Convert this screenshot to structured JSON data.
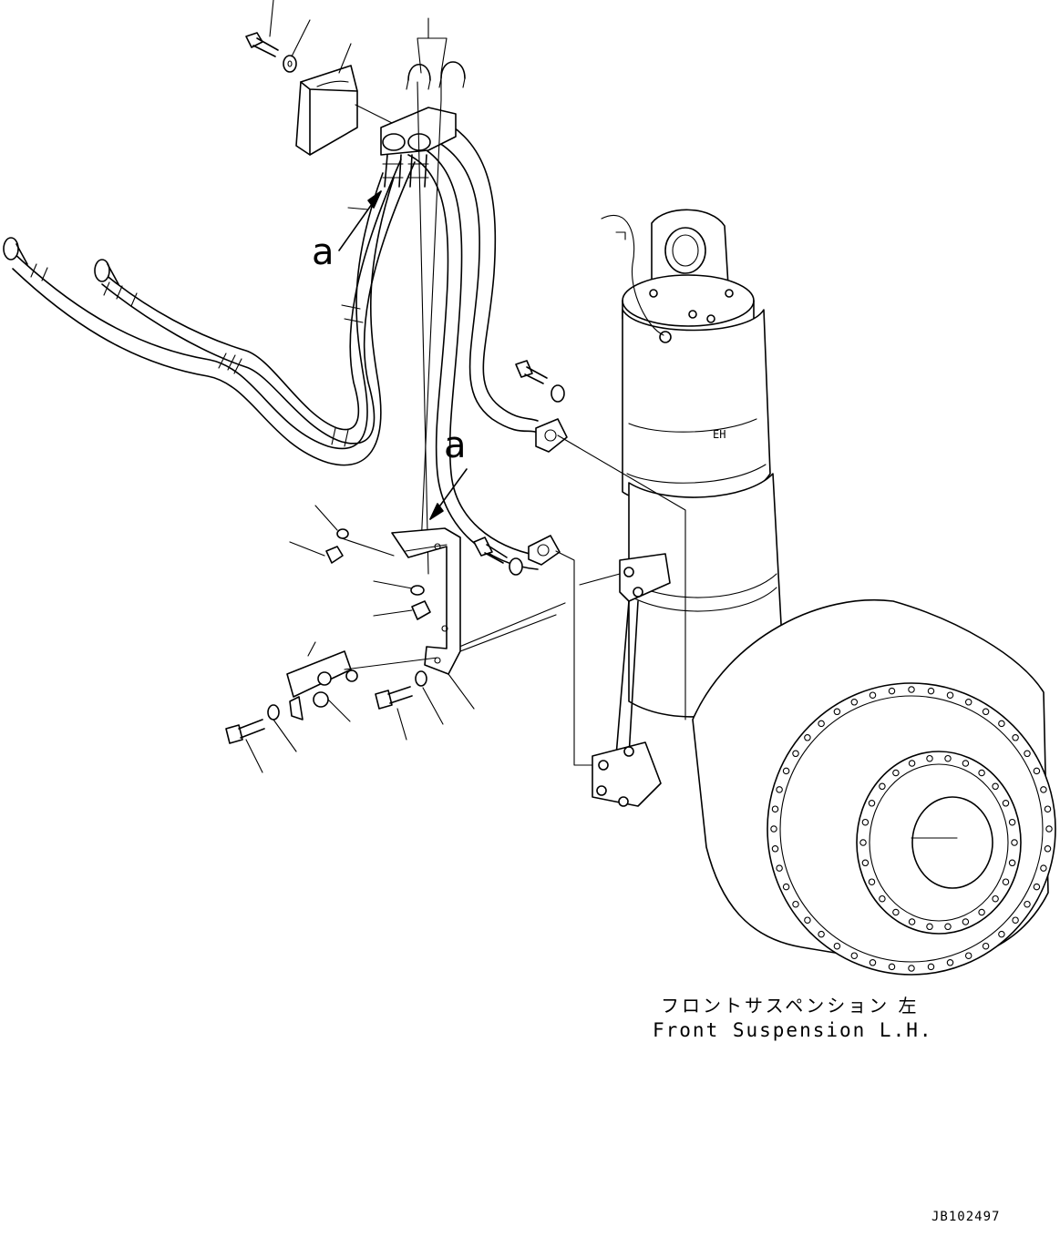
{
  "diagram": {
    "ref_labels": [
      "a",
      "a"
    ],
    "caption_jp": "フロントサスペンション 左",
    "caption_en": "Front Suspension L.H.",
    "drawing_code": "JB102497"
  }
}
